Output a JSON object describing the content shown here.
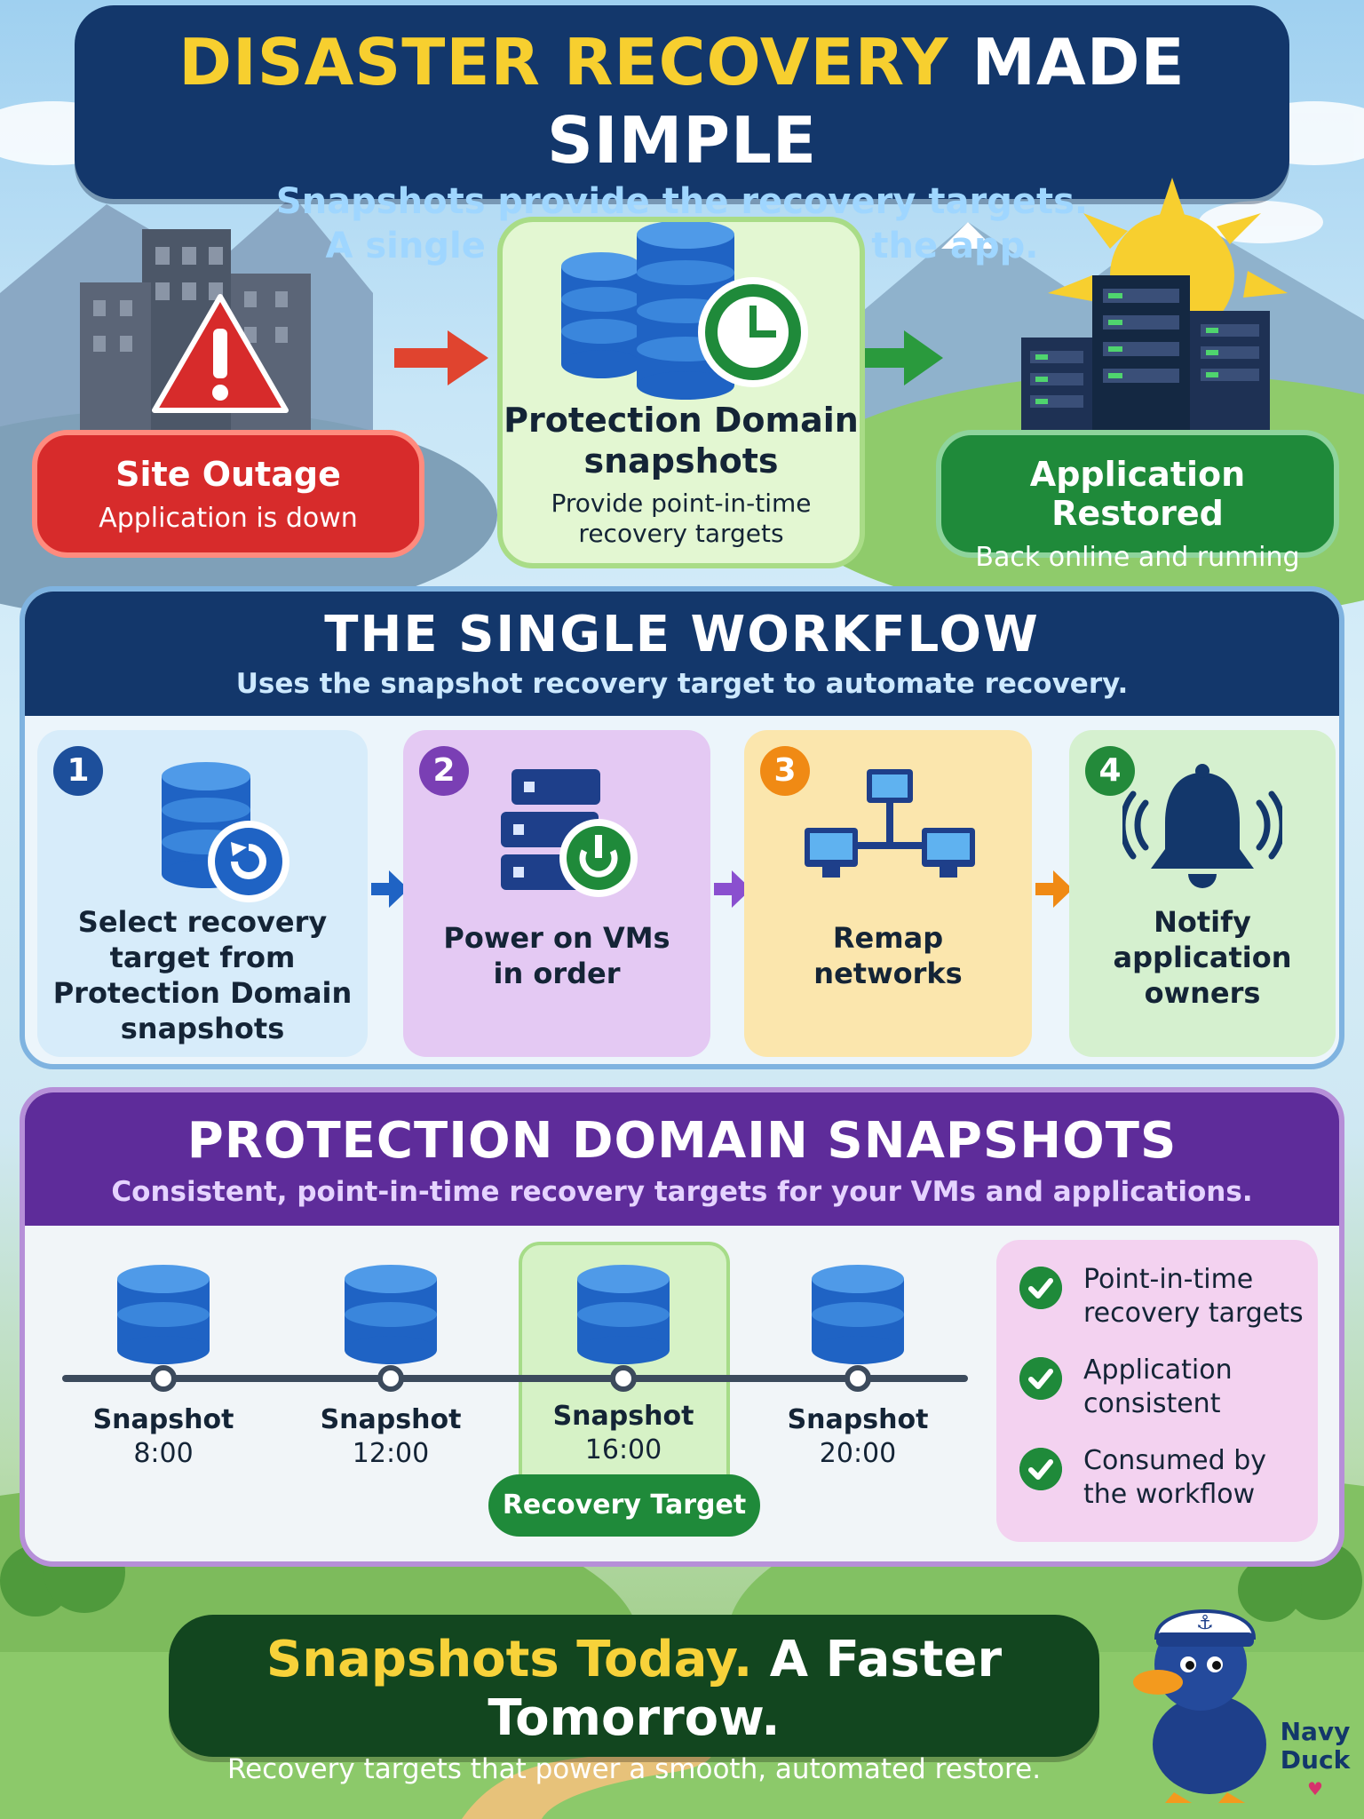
{
  "header": {
    "title_highlight": "DISASTER RECOVERY",
    "title_rest": "MADE SIMPLE",
    "subtitle_line1": "Snapshots provide the recovery targets.",
    "subtitle_line2": "A single workflow restores the app."
  },
  "flow": {
    "outage": {
      "title": "Site Outage",
      "subtitle": "Application is down",
      "color": "#d72b2b",
      "icon": "warning-icon"
    },
    "snapshots": {
      "title_line1": "Protection Domain",
      "title_line2": "snapshots",
      "subtitle_line1": "Provide point-in-time",
      "subtitle_line2": "recovery targets",
      "icon": "database-clock-icon"
    },
    "restored": {
      "title": "Application Restored",
      "subtitle": "Back online and running",
      "color": "#1f8a3a",
      "icon": "server-rack-icon"
    }
  },
  "workflow": {
    "title": "THE SINGLE WORKFLOW",
    "subtitle": "Uses the snapshot recovery target to automate recovery.",
    "steps": [
      {
        "num": "1",
        "lines": [
          "Select recovery",
          "target from",
          "Protection Domain",
          "snapshots"
        ],
        "color": "#1d4f9b",
        "icon": "database-restore-icon"
      },
      {
        "num": "2",
        "lines": [
          "Power on VMs",
          "in order"
        ],
        "color": "#7a3fb4",
        "icon": "server-power-icon"
      },
      {
        "num": "3",
        "lines": [
          "Remap",
          "networks"
        ],
        "color": "#f08a14",
        "icon": "network-icon"
      },
      {
        "num": "4",
        "lines": [
          "Notify",
          "application",
          "owners"
        ],
        "color": "#238a3a",
        "icon": "bell-icon"
      }
    ]
  },
  "snapshots_section": {
    "title": "PROTECTION DOMAIN SNAPSHOTS",
    "subtitle": "Consistent, point-in-time recovery targets for your VMs and applications.",
    "timeline": [
      {
        "label": "Snapshot",
        "time": "8:00"
      },
      {
        "label": "Snapshot",
        "time": "12:00"
      },
      {
        "label": "Snapshot",
        "time": "16:00",
        "target": true
      },
      {
        "label": "Snapshot",
        "time": "20:00"
      }
    ],
    "target_label": "Recovery Target",
    "benefits": [
      {
        "line1": "Point-in-time",
        "line2": "recovery targets"
      },
      {
        "line1": "Application",
        "line2": "consistent"
      },
      {
        "line1": "Consumed by",
        "line2": "the workflow"
      }
    ]
  },
  "footer": {
    "title_highlight": "Snapshots Today.",
    "title_rest": "A Faster Tomorrow.",
    "subtitle": "Recovery targets that power a smooth, automated restore."
  },
  "mascot": {
    "line1": "Navy",
    "line2": "Duck"
  }
}
